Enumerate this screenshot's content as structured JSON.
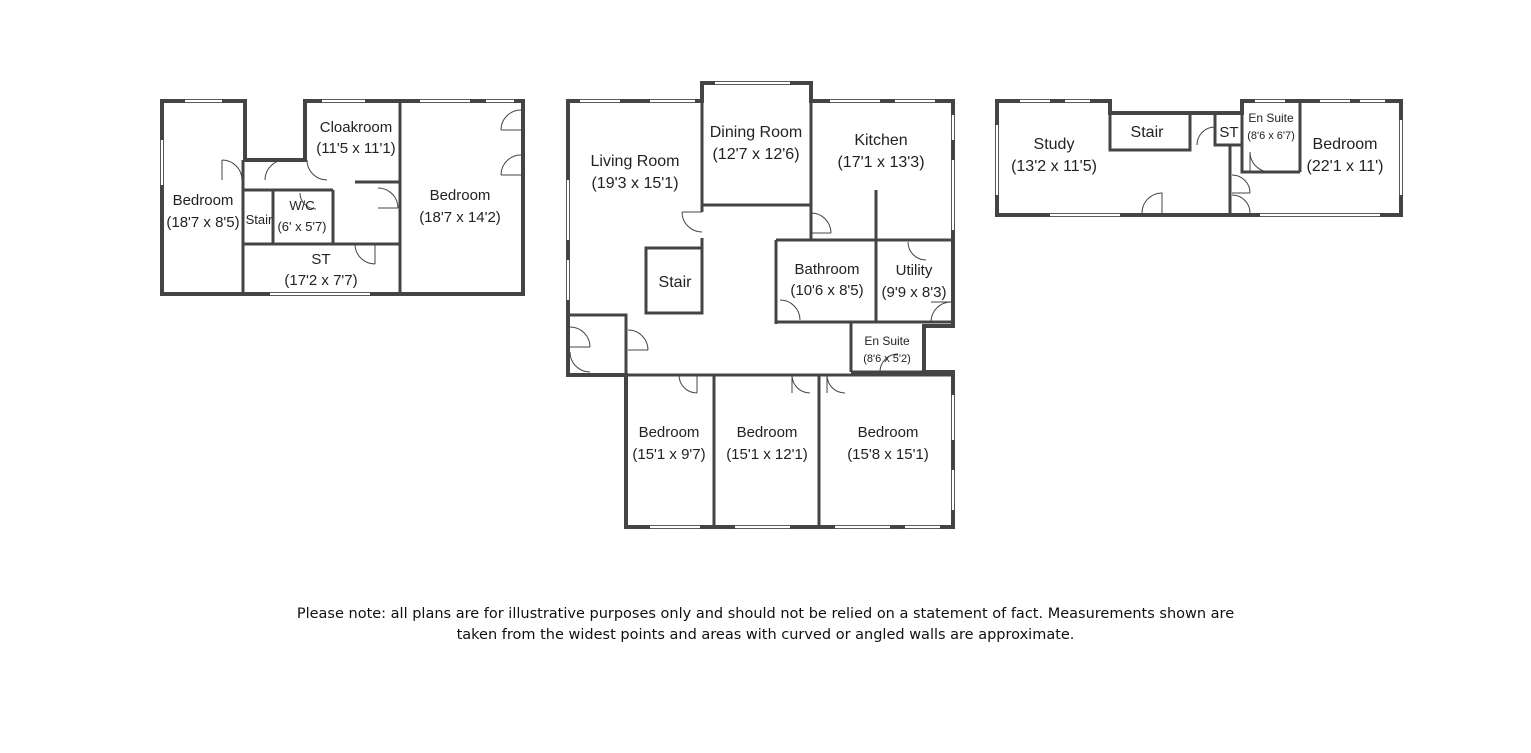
{
  "floor_left": {
    "bedroom_west": {
      "name": "Bedroom",
      "size": "(18'7 x 8'5)"
    },
    "cloakroom": {
      "name": "Cloakroom",
      "size": "(11'5 x 11'1)"
    },
    "stair": {
      "name": "Stair"
    },
    "wc": {
      "name": "W/C",
      "size": "(6' x 5'7)"
    },
    "st": {
      "name": "ST",
      "size": "(17'2 x 7'7)"
    },
    "bedroom_east": {
      "name": "Bedroom",
      "size": "(18'7 x 14'2)"
    }
  },
  "floor_middle": {
    "living_room": {
      "name": "Living Room",
      "size": "(19'3 x 15'1)"
    },
    "dining_room": {
      "name": "Dining Room",
      "size": "(12'7 x 12'6)"
    },
    "kitchen": {
      "name": "Kitchen",
      "size": "(17'1 x 13'3)"
    },
    "stair": {
      "name": "Stair"
    },
    "bathroom": {
      "name": "Bathroom",
      "size": "(10'6 x 8'5)"
    },
    "utility": {
      "name": "Utility",
      "size": "(9'9 x 8'3)"
    },
    "en_suite": {
      "name": "En Suite",
      "size": "(8'6 x 5'2)"
    },
    "bedroom_1": {
      "name": "Bedroom",
      "size": "(15'1 x 9'7)"
    },
    "bedroom_2": {
      "name": "Bedroom",
      "size": "(15'1 x 12'1)"
    },
    "bedroom_3": {
      "name": "Bedroom",
      "size": "(15'8 x 15'1)"
    }
  },
  "floor_right": {
    "study": {
      "name": "Study",
      "size": "(13'2 x 11'5)"
    },
    "stair": {
      "name": "Stair"
    },
    "st": {
      "name": "ST"
    },
    "en_suite": {
      "name": "En Suite",
      "size": "(8'6 x 6'7)"
    },
    "bedroom": {
      "name": "Bedroom",
      "size": "(22'1 x 11')"
    }
  },
  "disclaimer": {
    "line1": "Please note: all plans are for illustrative purposes only and should not be relied on a statement of fact. Measurements shown are",
    "line2": "taken from the widest points and areas with curved or angled walls are approximate."
  }
}
